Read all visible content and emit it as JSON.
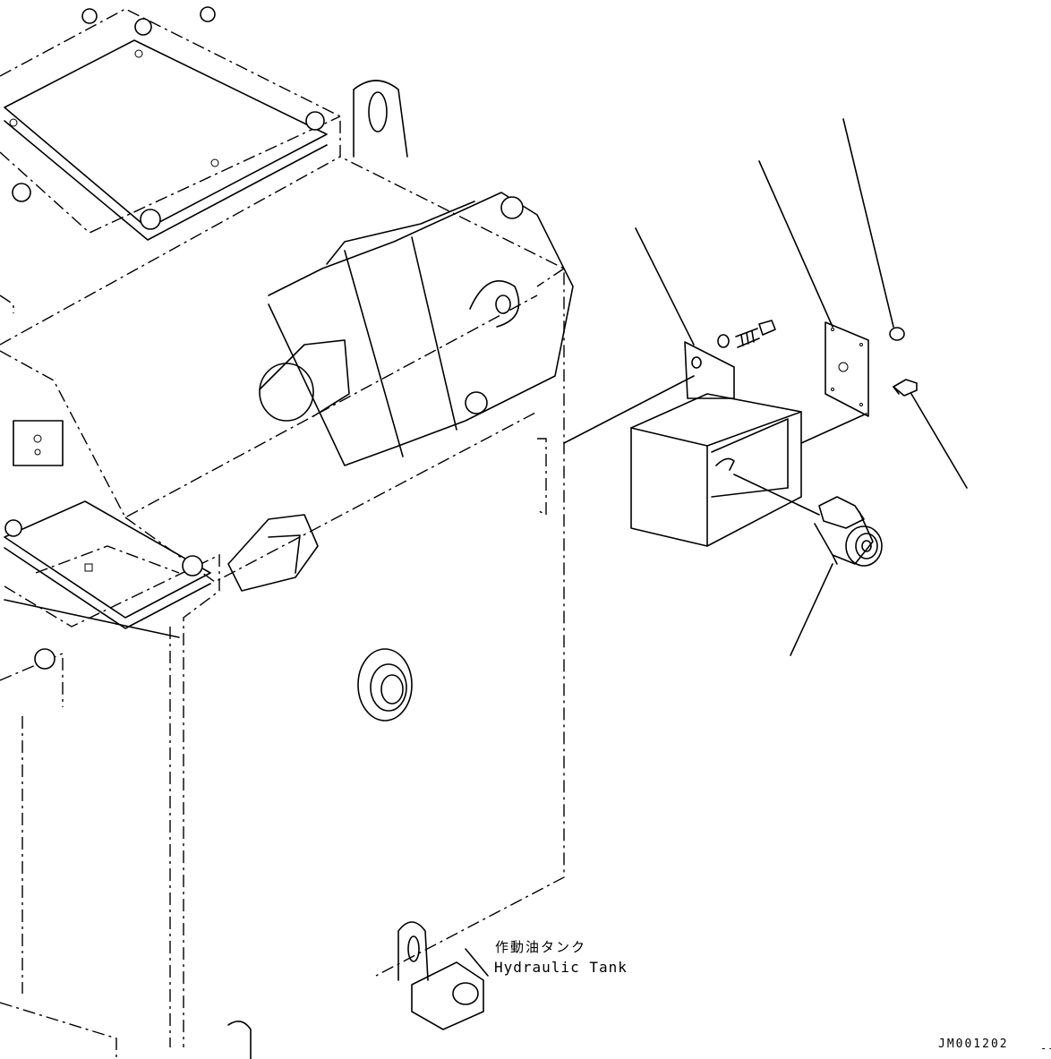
{
  "labels": {
    "component_jp": "作動油タンク",
    "component_en": "Hydraulic Tank",
    "drawing_code": "JM001202",
    "margin_mark": "--"
  }
}
